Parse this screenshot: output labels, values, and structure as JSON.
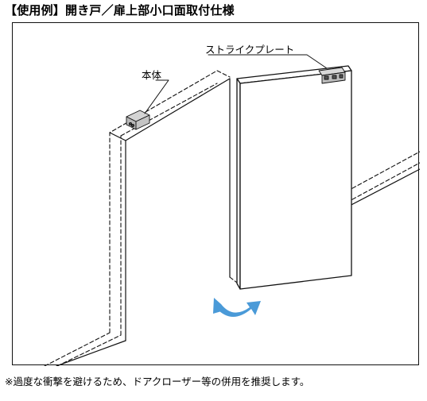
{
  "title": "【使用例】開き戸／扉上部小口面取付仕様",
  "labels": {
    "main_body": "本体",
    "strike_plate": "ストライクプレート"
  },
  "note": "※過度な衝撃を避けるため、ドアクローザー等の併用を推奨します。",
  "colors": {
    "line": "#111111",
    "device_fill": "#c8c8c8",
    "arrow_fill": "#4a9ad8",
    "background": "#ffffff"
  },
  "icons": {
    "swing_arrow": "double-curved-arrow-icon"
  }
}
